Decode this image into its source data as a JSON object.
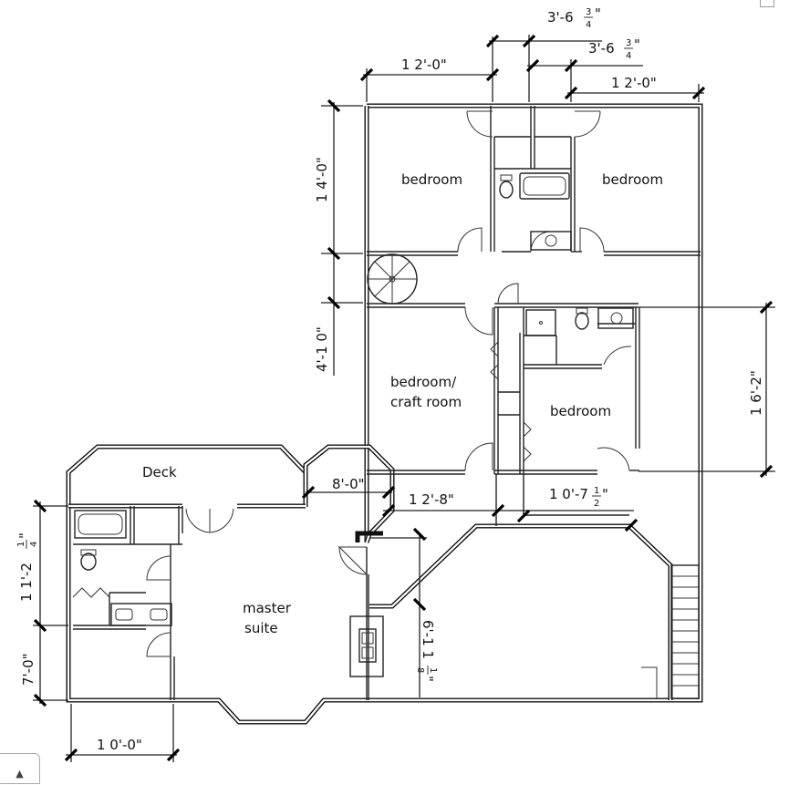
{
  "rooms": {
    "bedroom_nw": "bedroom",
    "bedroom_ne": "bedroom",
    "bedroom_craft_line1": "bedroom/",
    "bedroom_craft_line2": "craft room",
    "bedroom_e": "bedroom",
    "deck": "Deck",
    "master_line1": "master",
    "master_line2": "suite"
  },
  "dimensions": {
    "top_left": "1 2'-0\"",
    "top_right": "1 2'-0\"",
    "hall_a": {
      "whole": "3'-6",
      "num": "3",
      "den": "4"
    },
    "hall_b": {
      "whole": "3'-6",
      "num": "3",
      "den": "4"
    },
    "left_upper": "1 4'-0\"",
    "left_mid": "4'-1 0\"",
    "right_mid": "1 6'-2\"",
    "mid_a": "1 2'-8\"",
    "mid_b": {
      "whole": "1 0'-7",
      "num": "1",
      "den": "2"
    },
    "bay": "8'-0\"",
    "master_left_upper": {
      "whole": "1 1'-2",
      "num": "1",
      "den": "4"
    },
    "master_left_lower": "7'-0\"",
    "bottom": "1 0'-0\"",
    "diag": {
      "whole": "6'-1 1",
      "num": "1",
      "den": "8"
    }
  },
  "ui": {
    "corner_button_icon": "caret-up-icon",
    "corner_button_glyph": "▲"
  }
}
